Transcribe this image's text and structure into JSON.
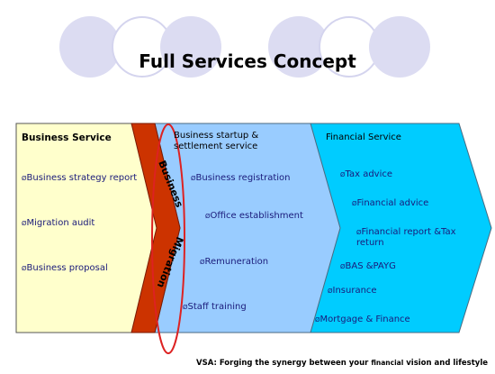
{
  "title": "Full Services Concept",
  "panels": {
    "business": {
      "heading": "Business Service",
      "items": [
        "Business strategy report",
        "Migration audit",
        "Business proposal"
      ]
    },
    "startup": {
      "heading": "Business startup & settlement service",
      "items": [
        "Business registration",
        "Office establishment",
        "Remuneration",
        "Staff training"
      ]
    },
    "financial": {
      "heading": "Financial Service",
      "items": [
        "Tax advice",
        "Financial advice",
        "Financial report &Tax return",
        "BAS &PAYG",
        "Insurance",
        "Mortgage & Finance"
      ]
    }
  },
  "band": {
    "top_label": "Business",
    "bottom_label": "Migration"
  },
  "bullet_symbol": "Ø",
  "footer": {
    "prefix": "VSA: Forging the synergy between your ",
    "highlight": "financial",
    "suffix": " vision and lifestyle"
  },
  "colors": {
    "business_fill": "#ffffcc",
    "startup_fill": "#99ccff",
    "financial_fill": "#00ccff",
    "band_fill": "#cc3300",
    "ellipse_stroke": "#dd2222",
    "item_text": "#1a1a7a"
  }
}
